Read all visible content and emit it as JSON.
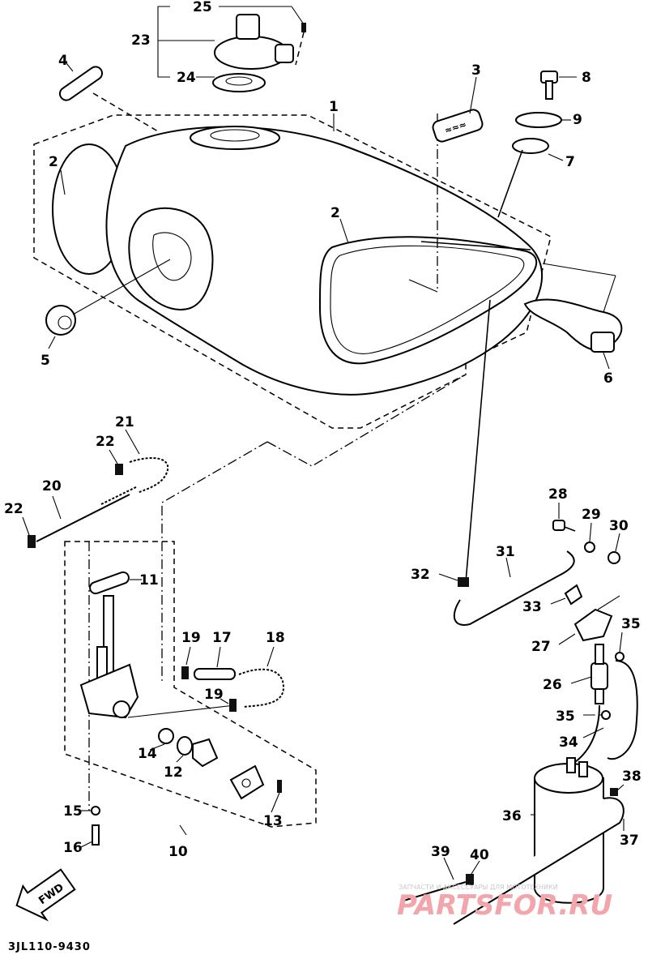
{
  "diagram": {
    "code": "3JL110-9430",
    "direction_label": "FWD",
    "watermark": {
      "small": "ЗАПЧАСТИ И АКСЕССУАРЫ ДЛЯ МОТОТЕХНИКИ",
      "main": "PARTSFOR.RU"
    },
    "callouts": [
      {
        "id": "c1",
        "label": "1"
      },
      {
        "id": "c2a",
        "label": "2"
      },
      {
        "id": "c2b",
        "label": "2"
      },
      {
        "id": "c3",
        "label": "3"
      },
      {
        "id": "c4",
        "label": "4"
      },
      {
        "id": "c5",
        "label": "5"
      },
      {
        "id": "c6",
        "label": "6"
      },
      {
        "id": "c7",
        "label": "7"
      },
      {
        "id": "c8",
        "label": "8"
      },
      {
        "id": "c9",
        "label": "9"
      },
      {
        "id": "c10",
        "label": "10"
      },
      {
        "id": "c11",
        "label": "11"
      },
      {
        "id": "c12",
        "label": "12"
      },
      {
        "id": "c13",
        "label": "13"
      },
      {
        "id": "c14",
        "label": "14"
      },
      {
        "id": "c15",
        "label": "15"
      },
      {
        "id": "c16",
        "label": "16"
      },
      {
        "id": "c17",
        "label": "17"
      },
      {
        "id": "c18",
        "label": "18"
      },
      {
        "id": "c19a",
        "label": "19"
      },
      {
        "id": "c19b",
        "label": "19"
      },
      {
        "id": "c20",
        "label": "20"
      },
      {
        "id": "c21",
        "label": "21"
      },
      {
        "id": "c22a",
        "label": "22"
      },
      {
        "id": "c22b",
        "label": "22"
      },
      {
        "id": "c23",
        "label": "23"
      },
      {
        "id": "c24",
        "label": "24"
      },
      {
        "id": "c25",
        "label": "25"
      },
      {
        "id": "c26",
        "label": "26"
      },
      {
        "id": "c27",
        "label": "27"
      },
      {
        "id": "c28",
        "label": "28"
      },
      {
        "id": "c29",
        "label": "29"
      },
      {
        "id": "c30",
        "label": "30"
      },
      {
        "id": "c31",
        "label": "31"
      },
      {
        "id": "c32",
        "label": "32"
      },
      {
        "id": "c33",
        "label": "33"
      },
      {
        "id": "c34",
        "label": "34"
      },
      {
        "id": "c35a",
        "label": "35"
      },
      {
        "id": "c35b",
        "label": "35"
      },
      {
        "id": "c36",
        "label": "36"
      },
      {
        "id": "c37",
        "label": "37"
      },
      {
        "id": "c38",
        "label": "38"
      },
      {
        "id": "c39",
        "label": "39"
      },
      {
        "id": "c40",
        "label": "40"
      }
    ]
  }
}
